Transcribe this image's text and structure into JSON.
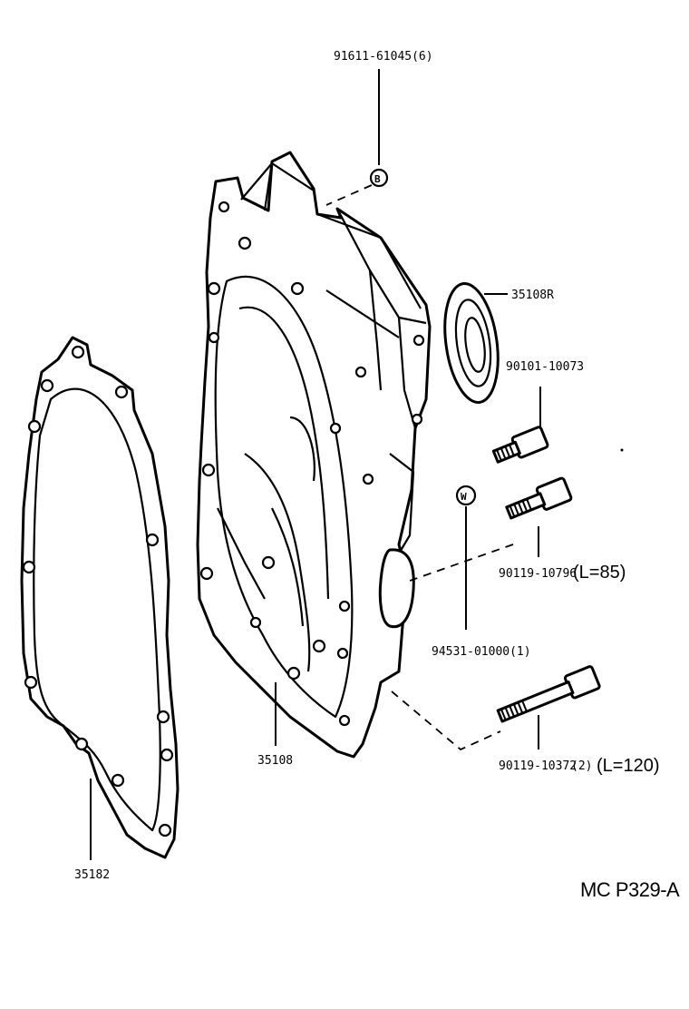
{
  "labels": {
    "bolt_set_top": "91611-61045(6)",
    "oil_seal": "35108R",
    "bolt_short": "90101-10073",
    "bolt_85": "90119-10796",
    "bolt_85_length": "(L=85)",
    "washer": "94531-01000(1)",
    "bolt_120": "90119-10372",
    "bolt_120_qty": "(2)",
    "bolt_120_length": "(L=120)",
    "housing": "35108",
    "gasket": "35182",
    "diagram_id": "MC P329-A"
  },
  "markers": {
    "b_marker": "B",
    "w_marker": "W"
  }
}
